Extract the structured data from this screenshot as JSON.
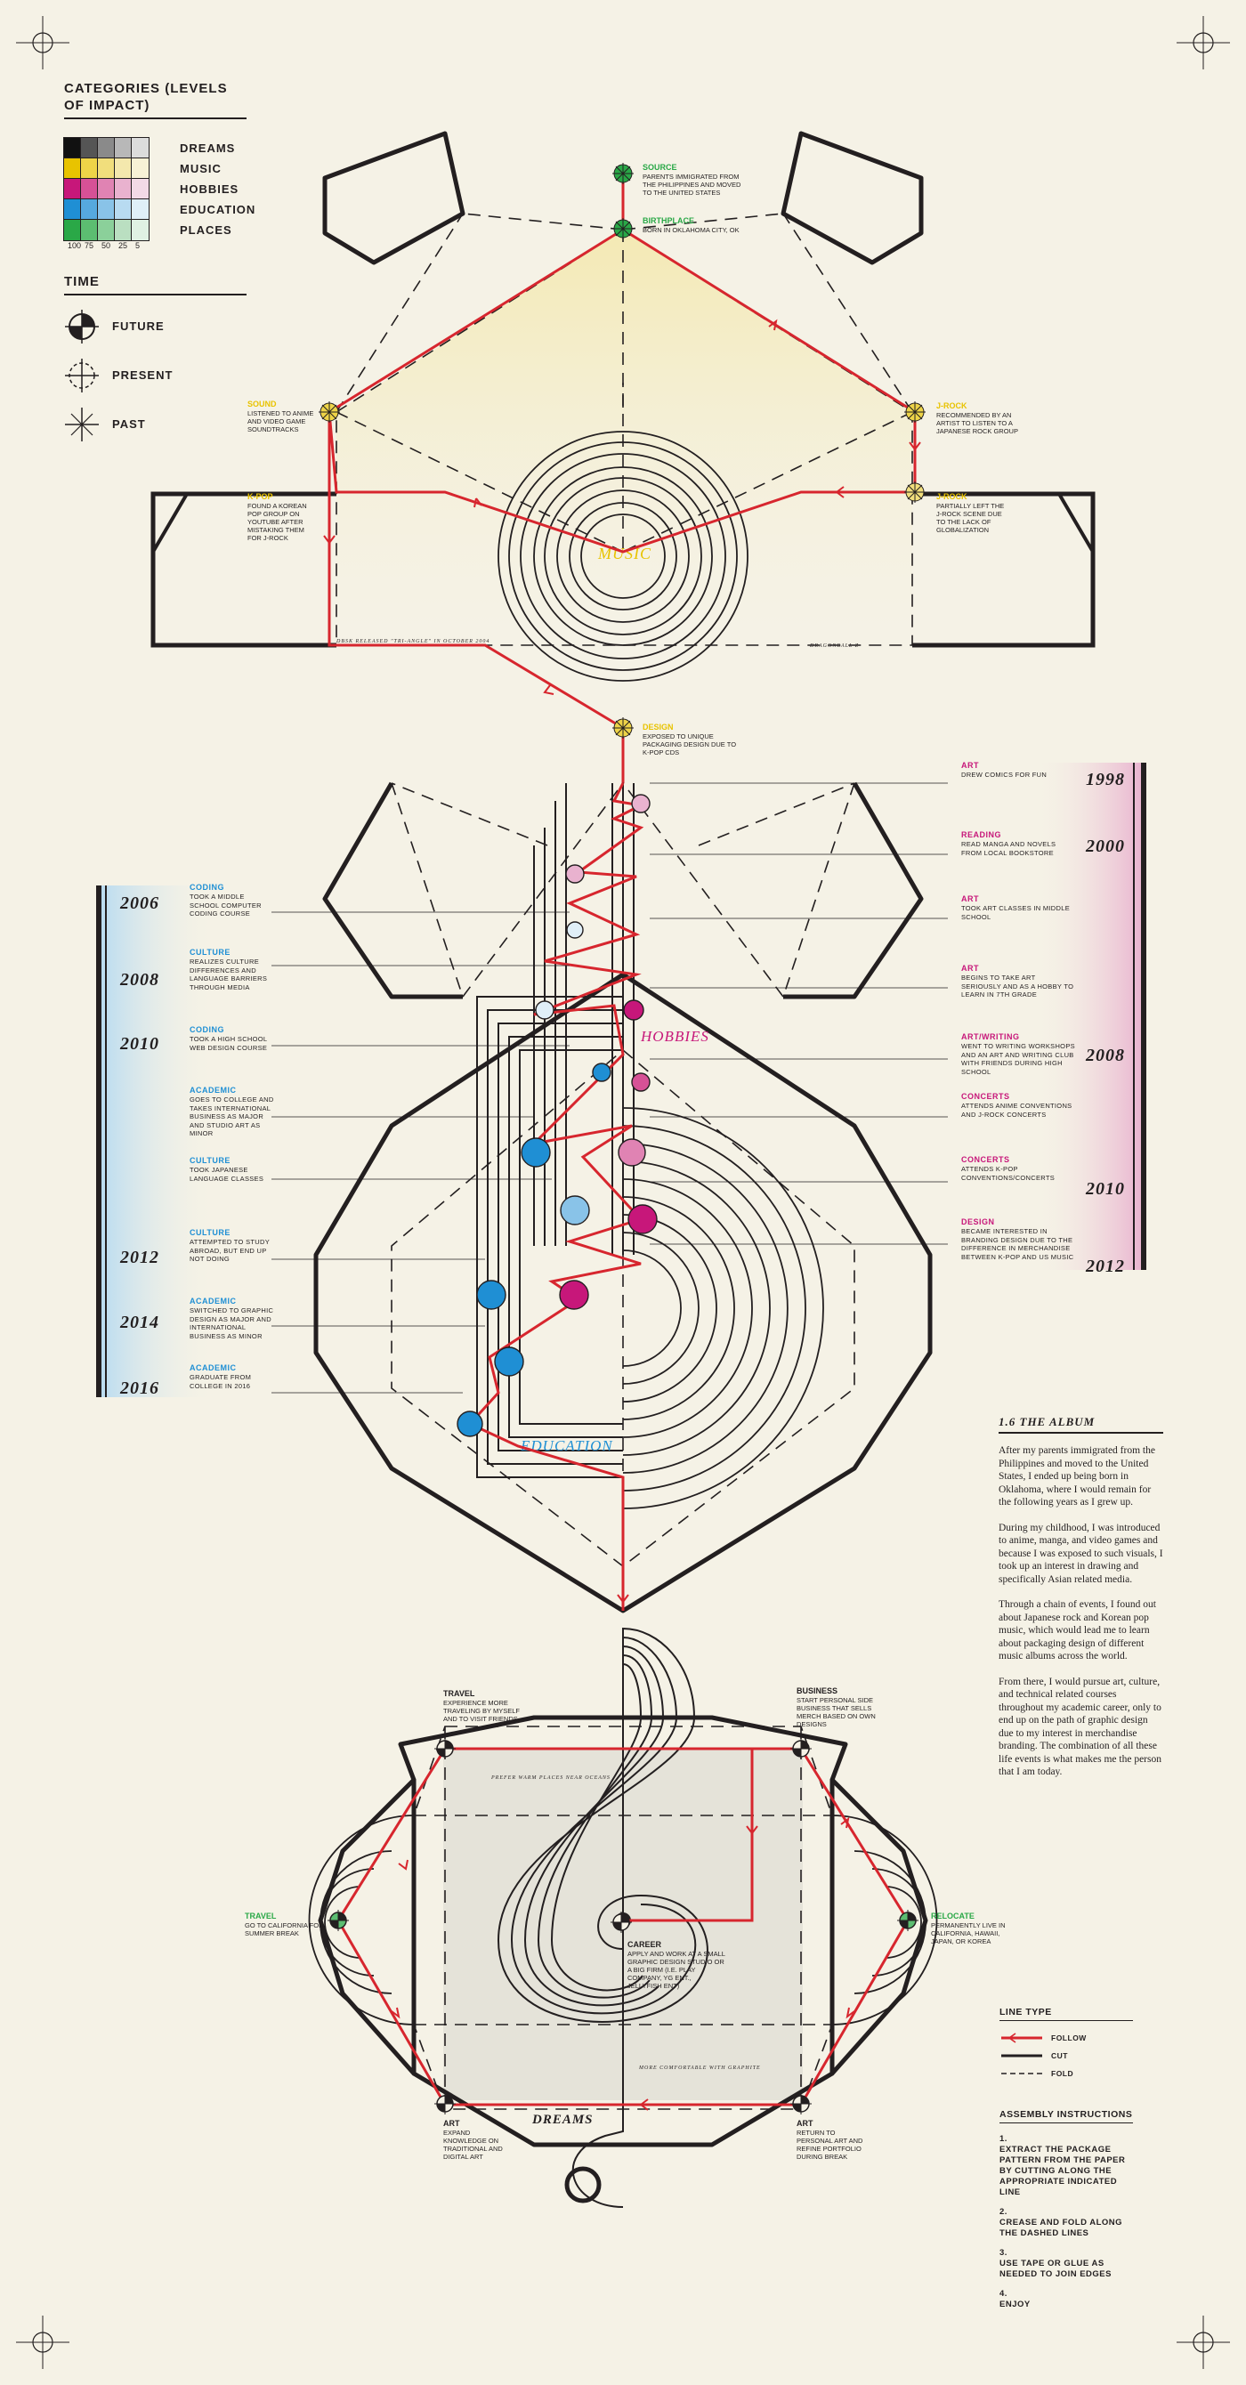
{
  "legend": {
    "categories_title": "CATEGORIES (LEVELS OF IMPACT)",
    "rows": [
      {
        "label": "DREAMS",
        "colors": [
          "#111111",
          "#555555",
          "#8a8a8a",
          "#b8b8b8",
          "#dcdcdc"
        ]
      },
      {
        "label": "MUSIC",
        "colors": [
          "#e8c300",
          "#eed448",
          "#f1de7c",
          "#f4e8ad",
          "#f7f1d6"
        ]
      },
      {
        "label": "HOBBIES",
        "colors": [
          "#c7177a",
          "#d65196",
          "#e083b3",
          "#e9b2cf",
          "#f2dae6"
        ]
      },
      {
        "label": "EDUCATION",
        "colors": [
          "#1f8fd4",
          "#56a9de",
          "#89c3e8",
          "#b8dbf1",
          "#e0eff8"
        ]
      },
      {
        "label": "PLACES",
        "colors": [
          "#2aa847",
          "#5cbd71",
          "#8bd09a",
          "#badfc1",
          "#e0f1e3"
        ]
      }
    ],
    "scale": [
      "100",
      "75",
      "50",
      "25",
      "5"
    ],
    "time_title": "TIME",
    "time_items": [
      {
        "label": "FUTURE",
        "icon": "future-icon"
      },
      {
        "label": "PRESENT",
        "icon": "present-icon"
      },
      {
        "label": "PAST",
        "icon": "past-icon"
      }
    ]
  },
  "colors": {
    "music": "#e8c300",
    "hobbies": "#c7177a",
    "education": "#1f8fd4",
    "places": "#2aa847",
    "path": "#d7262e",
    "ink": "#231f20",
    "background": "#f5f2e6"
  },
  "music_section": {
    "title": "MUSIC",
    "nodes": [
      {
        "title": "SOURCE",
        "desc": "PARENTS IMMIGRATED FROM THE PHILIPPINES AND MOVED TO THE UNITED STATES",
        "category": "places"
      },
      {
        "title": "BIRTHPLACE",
        "desc": "BORN IN OKLAHOMA CITY, OK",
        "category": "places"
      },
      {
        "title": "SOUND",
        "desc": "LISTENED TO ANIME AND VIDEO GAME SOUNDTRACKS",
        "category": "music"
      },
      {
        "title": "J-ROCK",
        "desc": "RECOMMENDED BY AN ARTIST TO LISTEN TO A JAPANESE ROCK GROUP",
        "category": "music"
      },
      {
        "title": "K-POP",
        "desc": "FOUND A KOREAN POP GROUP ON YOUTUBE AFTER MISTAKING THEM FOR J-ROCK",
        "category": "music"
      },
      {
        "title": "J-ROCK",
        "desc": "PARTIALLY LEFT THE J-ROCK SCENE DUE TO THE LACK OF GLOBALIZATION",
        "category": "music"
      },
      {
        "title": "DESIGN",
        "desc": "EXPOSED TO UNIQUE PACKAGING DESIGN DUE TO K-POP CDS",
        "category": "music"
      }
    ],
    "caption_bottom": "DBSK RELEASED \"TRI-ANGLE\" IN OCTOBER 2004",
    "caption_right": "DRAGONBALL Z"
  },
  "hobbies_section": {
    "title": "HOBBIES",
    "entries": [
      {
        "title": "ART",
        "desc": "DREW COMICS FOR FUN"
      },
      {
        "title": "READING",
        "desc": "READ MANGA AND NOVELS FROM LOCAL BOOKSTORE"
      },
      {
        "title": "ART",
        "desc": "TOOK ART CLASSES IN MIDDLE SCHOOL"
      },
      {
        "title": "ART",
        "desc": "BEGINS TO TAKE ART SERIOUSLY AND AS A HOBBY TO LEARN IN 7TH GRADE"
      },
      {
        "title": "ART/WRITING",
        "desc": "WENT TO WRITING WORKSHOPS AND AN ART AND WRITING CLUB WITH FRIENDS DURING HIGH SCHOOL"
      },
      {
        "title": "CONCERTS",
        "desc": "ATTENDS ANIME CONVENTIONS AND J-ROCK CONCERTS"
      },
      {
        "title": "CONCERTS",
        "desc": "ATTENDS K-POP CONVENTIONS/CONCERTS"
      },
      {
        "title": "DESIGN",
        "desc": "BECAME INTERESTED IN BRANDING DESIGN DUE TO THE DIFFERENCE IN MERCHANDISE BETWEEN K-POP AND US MUSIC"
      }
    ],
    "years": [
      "1998",
      "2000",
      "2008",
      "2010",
      "2012"
    ]
  },
  "education_section": {
    "title": "EDUCATION",
    "entries": [
      {
        "title": "CODING",
        "desc": "TOOK A MIDDLE SCHOOL COMPUTER CODING COURSE"
      },
      {
        "title": "CULTURE",
        "desc": "REALIZES CULTURE DIFFERENCES AND LANGUAGE BARRIERS THROUGH MEDIA"
      },
      {
        "title": "CODING",
        "desc": "TOOK A HIGH SCHOOL WEB DESIGN COURSE"
      },
      {
        "title": "ACADEMIC",
        "desc": "GOES TO COLLEGE AND TAKES INTERNATIONAL BUSINESS AS MAJOR AND STUDIO ART AS MINOR"
      },
      {
        "title": "CULTURE",
        "desc": "TOOK JAPANESE LANGUAGE CLASSES"
      },
      {
        "title": "CULTURE",
        "desc": "ATTEMPTED TO STUDY ABROAD, BUT END UP NOT DOING"
      },
      {
        "title": "ACADEMIC",
        "desc": "SWITCHED TO GRAPHIC DESIGN AS MAJOR AND INTERNATIONAL BUSINESS AS MINOR"
      },
      {
        "title": "ACADEMIC",
        "desc": "GRADUATE FROM COLLEGE IN 2016"
      }
    ],
    "years": [
      "2006",
      "2008",
      "2010",
      "2012",
      "2014",
      "2016"
    ]
  },
  "dreams_section": {
    "title": "DREAMS",
    "nodes": [
      {
        "title": "TRAVEL",
        "desc": "EXPERIENCE MORE TRAVELING BY MYSELF AND TO VISIT FRIENDS"
      },
      {
        "title": "BUSINESS",
        "desc": "START PERSONAL SIDE BUSINESS THAT SELLS MERCH BASED ON OWN DESIGNS"
      },
      {
        "title": "TRAVEL",
        "desc": "GO TO CALIFORNIA FOR SUMMER BREAK"
      },
      {
        "title": "RELOCATE",
        "desc": "PERMANENTLY LIVE IN CALIFORNIA, HAWAII, JAPAN, OR KOREA"
      },
      {
        "title": "CAREER",
        "desc": "APPLY AND WORK AT A SMALL GRAPHIC DESIGN STUDIO OR A BIG FIRM (I.E. PLAY COMPANY, YG ENT., JELLYFISH ENT)"
      },
      {
        "title": "ART",
        "desc": "EXPAND KNOWLEDGE ON TRADITIONAL AND DIGITAL ART"
      },
      {
        "title": "ART",
        "desc": "RETURN TO PERSONAL ART AND REFINE PORTFOLIO DURING BREAK"
      }
    ],
    "caption_top": "PREFER WARM PLACES NEAR OCEANS",
    "caption_bottom": "MORE COMFORTABLE WITH GRAPHITE"
  },
  "story": {
    "title": "1.6 THE ALBUM",
    "paragraphs": [
      "After my parents immigrated from the Philippines and moved to the United States, I ended up being born in Oklahoma, where I would remain for the following years as I grew up.",
      "During my childhood, I was introduced to anime, manga, and video games and because I was exposed to such visuals, I took up an interest in drawing and specifically Asian related media.",
      "Through a chain of events, I found out about Japanese rock and Korean pop music, which would lead me to learn about packaging design of different music albums across the world.",
      "From there, I would pursue art, culture, and technical related courses throughout my academic career, only to end up on the path of graphic design due to my interest in merchandise branding. The combination of all these life events is what makes me the person that I am today."
    ]
  },
  "line_type": {
    "title": "LINE TYPE",
    "items": [
      "FOLLOW",
      "CUT",
      "FOLD"
    ]
  },
  "assembly": {
    "title": "ASSEMBLY INSTRUCTIONS",
    "steps": [
      {
        "num": "1.",
        "text": "EXTRACT THE PACKAGE PATTERN FROM THE PAPER BY CUTTING ALONG THE APPROPRIATE INDICATED LINE"
      },
      {
        "num": "2.",
        "text": "CREASE AND FOLD ALONG THE DASHED LINES"
      },
      {
        "num": "3.",
        "text": "USE TAPE OR GLUE AS NEEDED TO JOIN EDGES"
      },
      {
        "num": "4.",
        "text": "ENJOY"
      }
    ]
  }
}
